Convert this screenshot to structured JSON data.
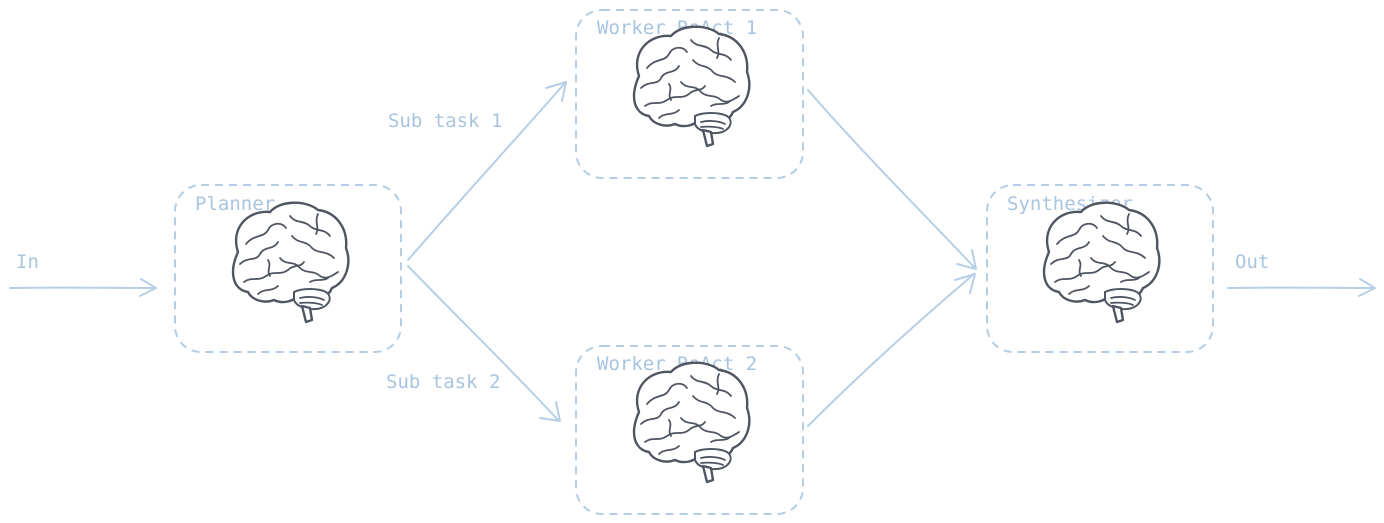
{
  "diagram": {
    "nodes": {
      "planner": {
        "title": "Planner",
        "icon": "brain-icon"
      },
      "worker1": {
        "title": "Worker ReAct 1",
        "icon": "brain-icon"
      },
      "worker2": {
        "title": "Worker ReAct 2",
        "icon": "brain-icon"
      },
      "synthesizer": {
        "title": "Synthesizer",
        "icon": "brain-icon"
      }
    },
    "edges": {
      "input_label": "In",
      "subtask1_label": "Sub task 1",
      "subtask2_label": "Sub task 2",
      "output_label": "Out"
    }
  },
  "colors": {
    "box_stroke": "#b4cde4",
    "edge_stroke": "#b6cfe6",
    "label_text": "#a9c4de",
    "brain_stroke": "#4f5561"
  }
}
